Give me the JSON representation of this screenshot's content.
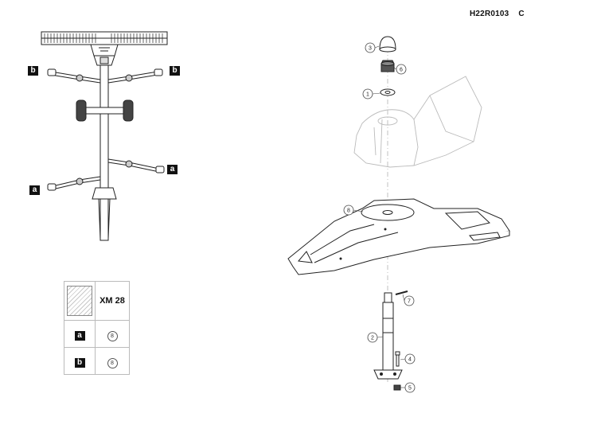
{
  "document": {
    "reference": "H22R0103",
    "revision": "C"
  },
  "overview_labels": {
    "top_left": "b",
    "top_right": "b",
    "bottom_left": "a",
    "bottom_right": "a"
  },
  "ref_table": {
    "model": "XM  28",
    "rows": [
      {
        "label": "a",
        "qty": "8"
      },
      {
        "label": "b",
        "qty": "8"
      }
    ]
  },
  "callouts": [
    "3",
    "6",
    "1",
    "8",
    "7",
    "2",
    "4",
    "5"
  ]
}
